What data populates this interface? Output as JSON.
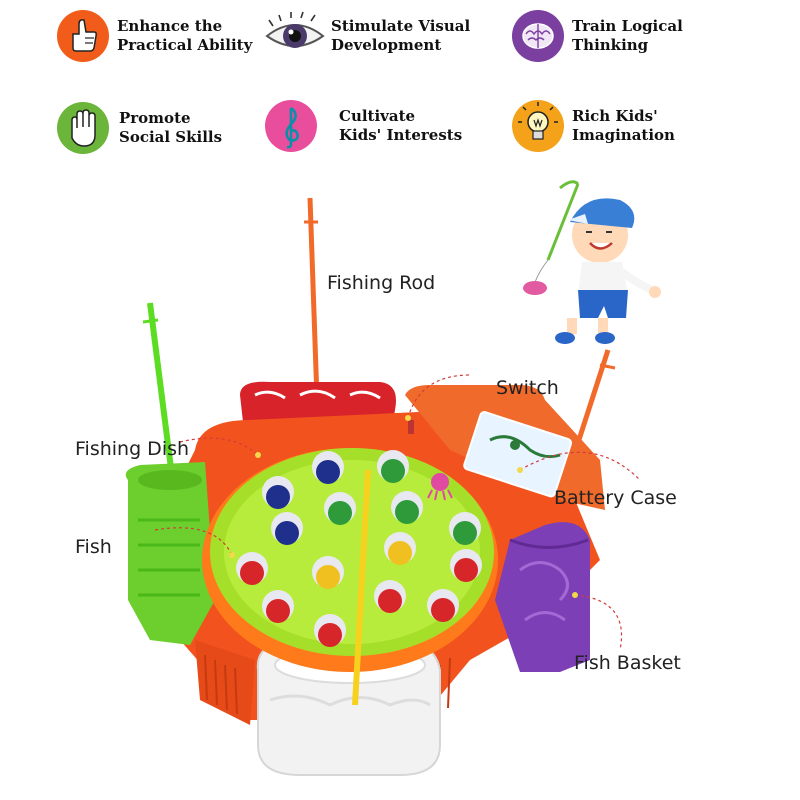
{
  "features": [
    {
      "text": "Enhance the\nPractical Ability",
      "icon": "thumbs-up-hand-icon",
      "color": "#f25c1b"
    },
    {
      "text": "Stimulate Visual\nDevelopment",
      "icon": "eye-icon",
      "color": "#ffffff"
    },
    {
      "text": "Train Logical\nThinking",
      "icon": "brain-icon",
      "color": "#7b3fa0"
    },
    {
      "text": "Promote\nSocial Skills",
      "icon": "open-hand-icon",
      "color": "#6ab53a"
    },
    {
      "text": "Cultivate\nKids' Interests",
      "icon": "music-note-icon",
      "color": "#e84e9c"
    },
    {
      "text": "Rich Kids'\nImagination",
      "icon": "light-bulb-icon",
      "color": "#f4a21a"
    }
  ],
  "labels": {
    "fishing_rod": "Fishing Rod",
    "switch": "Switch",
    "fishing_dish": "Fishing Dish",
    "battery_case": "Battery Case",
    "fish": "Fish",
    "fish_basket": "Fish Basket"
  },
  "colors": {
    "orange_base": "#f2531e",
    "green_dish": "#a6df2a",
    "red_basket": "#d8232a",
    "green_basket": "#6ccf2e",
    "purple_basket": "#7d3fb5",
    "white_basket": "#f2f2f2",
    "leader_line": "#d23b3b"
  }
}
